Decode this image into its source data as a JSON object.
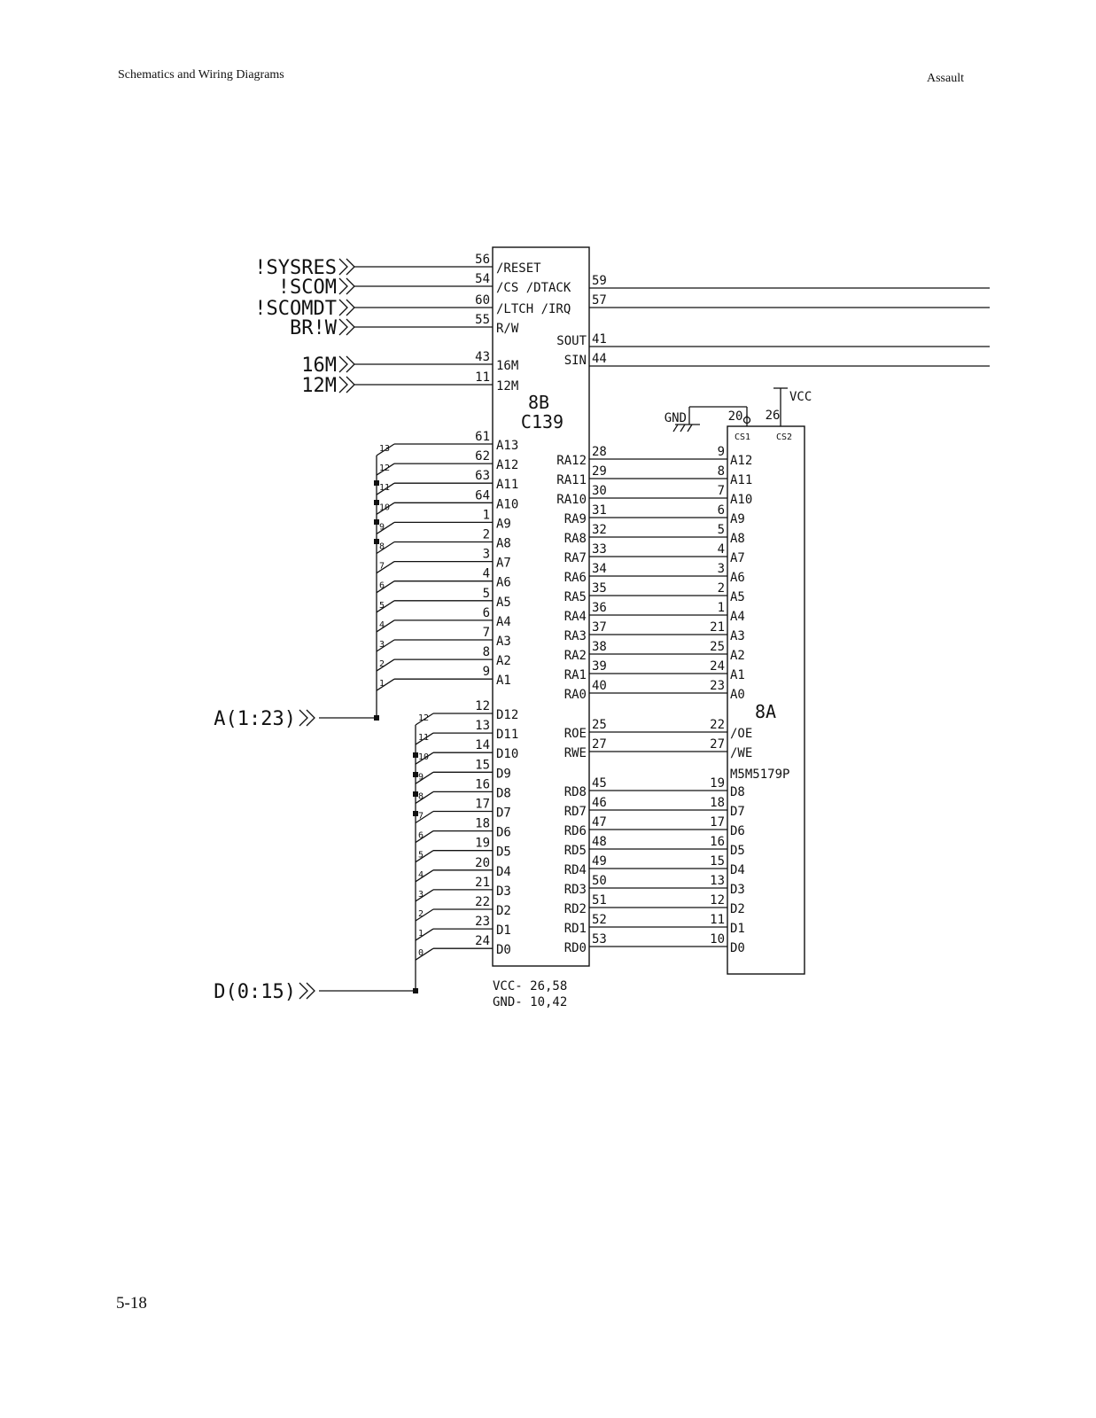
{
  "header": {
    "left": "Schematics and Wiring Diagrams",
    "right": "Assault"
  },
  "footer": {
    "page_number": "5-18"
  },
  "inputs": [
    {
      "label": "!SYSRES",
      "pin": "56"
    },
    {
      "label": "!SCOM",
      "pin": "54"
    },
    {
      "label": "!SCOMDT",
      "pin": "60"
    },
    {
      "label": "BR!W",
      "pin": "55"
    },
    {
      "label": "16M",
      "pin": "43"
    },
    {
      "label": "12M",
      "pin": "11"
    }
  ],
  "buses": {
    "address": "A(1:23)",
    "data": "D(0:15)"
  },
  "chip_8b": {
    "ref": "8B",
    "part": "C139",
    "control_pins": [
      "/RESET",
      "/CS /DTACK",
      "/LTCH /IRQ",
      "R/W"
    ],
    "clock_pins": [
      "16M",
      "12M"
    ],
    "outputs": [
      {
        "name": "",
        "pin": "59"
      },
      {
        "name": "",
        "pin": "57"
      },
      {
        "name": "SOUT",
        "pin": "41"
      },
      {
        "name": "SIN",
        "pin": "44"
      }
    ],
    "addr_pins": [
      {
        "pin": "61",
        "name": "A13",
        "bus": "13"
      },
      {
        "pin": "62",
        "name": "A12",
        "bus": "12"
      },
      {
        "pin": "63",
        "name": "A11",
        "bus": "11"
      },
      {
        "pin": "64",
        "name": "A10",
        "bus": "10"
      },
      {
        "pin": "1",
        "name": "A9",
        "bus": "9"
      },
      {
        "pin": "2",
        "name": "A8",
        "bus": "8"
      },
      {
        "pin": "3",
        "name": "A7",
        "bus": "7"
      },
      {
        "pin": "4",
        "name": "A6",
        "bus": "6"
      },
      {
        "pin": "5",
        "name": "A5",
        "bus": "5"
      },
      {
        "pin": "6",
        "name": "A4",
        "bus": "4"
      },
      {
        "pin": "7",
        "name": "A3",
        "bus": "3"
      },
      {
        "pin": "8",
        "name": "A2",
        "bus": "2"
      },
      {
        "pin": "9",
        "name": "A1",
        "bus": "1"
      }
    ],
    "data_pins": [
      {
        "pin": "12",
        "name": "D12",
        "bus": "12"
      },
      {
        "pin": "13",
        "name": "D11",
        "bus": "11"
      },
      {
        "pin": "14",
        "name": "D10",
        "bus": "10"
      },
      {
        "pin": "15",
        "name": "D9",
        "bus": "9"
      },
      {
        "pin": "16",
        "name": "D8",
        "bus": "8"
      },
      {
        "pin": "17",
        "name": "D7",
        "bus": "7"
      },
      {
        "pin": "18",
        "name": "D6",
        "bus": "6"
      },
      {
        "pin": "19",
        "name": "D5",
        "bus": "5"
      },
      {
        "pin": "20",
        "name": "D4",
        "bus": "4"
      },
      {
        "pin": "21",
        "name": "D3",
        "bus": "3"
      },
      {
        "pin": "22",
        "name": "D2",
        "bus": "2"
      },
      {
        "pin": "23",
        "name": "D1",
        "bus": "1"
      },
      {
        "pin": "24",
        "name": "D0",
        "bus": "0"
      }
    ],
    "power_note": [
      "VCC- 26,58",
      "GND- 10,42"
    ]
  },
  "links": [
    {
      "from": "RA12",
      "from_pin": "28",
      "to_pin": "9",
      "to": "A12"
    },
    {
      "from": "RA11",
      "from_pin": "29",
      "to_pin": "8",
      "to": "A11"
    },
    {
      "from": "RA10",
      "from_pin": "30",
      "to_pin": "7",
      "to": "A10"
    },
    {
      "from": "RA9",
      "from_pin": "31",
      "to_pin": "6",
      "to": "A9"
    },
    {
      "from": "RA8",
      "from_pin": "32",
      "to_pin": "5",
      "to": "A8"
    },
    {
      "from": "RA7",
      "from_pin": "33",
      "to_pin": "4",
      "to": "A7"
    },
    {
      "from": "RA6",
      "from_pin": "34",
      "to_pin": "3",
      "to": "A6"
    },
    {
      "from": "RA5",
      "from_pin": "35",
      "to_pin": "2",
      "to": "A5"
    },
    {
      "from": "RA4",
      "from_pin": "36",
      "to_pin": "1",
      "to": "A4"
    },
    {
      "from": "RA3",
      "from_pin": "37",
      "to_pin": "21",
      "to": "A3"
    },
    {
      "from": "RA2",
      "from_pin": "38",
      "to_pin": "25",
      "to": "A2"
    },
    {
      "from": "RA1",
      "from_pin": "39",
      "to_pin": "24",
      "to": "A1"
    },
    {
      "from": "RA0",
      "from_pin": "40",
      "to_pin": "23",
      "to": "A0"
    },
    {
      "from": "ROE",
      "from_pin": "25",
      "to_pin": "22",
      "to": "/OE"
    },
    {
      "from": "RWE",
      "from_pin": "27",
      "to_pin": "27",
      "to": "/WE"
    },
    {
      "from": "",
      "from_pin": "",
      "to_pin": "",
      "to": "M5M5179P"
    },
    {
      "from": "RD8",
      "from_pin": "45",
      "to_pin": "19",
      "to": "D8"
    },
    {
      "from": "RD7",
      "from_pin": "46",
      "to_pin": "18",
      "to": "D7"
    },
    {
      "from": "RD6",
      "from_pin": "47",
      "to_pin": "17",
      "to": "D6"
    },
    {
      "from": "RD5",
      "from_pin": "48",
      "to_pin": "16",
      "to": "D5"
    },
    {
      "from": "RD4",
      "from_pin": "49",
      "to_pin": "15",
      "to": "D4"
    },
    {
      "from": "RD3",
      "from_pin": "50",
      "to_pin": "13",
      "to": "D3"
    },
    {
      "from": "RD2",
      "from_pin": "51",
      "to_pin": "12",
      "to": "D2"
    },
    {
      "from": "RD1",
      "from_pin": "52",
      "to_pin": "11",
      "to": "D1"
    },
    {
      "from": "RD0",
      "from_pin": "53",
      "to_pin": "10",
      "to": "D0"
    }
  ],
  "chip_8a": {
    "ref": "8A",
    "cs1": "CS1",
    "cs2": "CS2",
    "cs1_pin": "20",
    "cs2_pin": "26",
    "gnd": "GND",
    "vcc": "VCC"
  }
}
